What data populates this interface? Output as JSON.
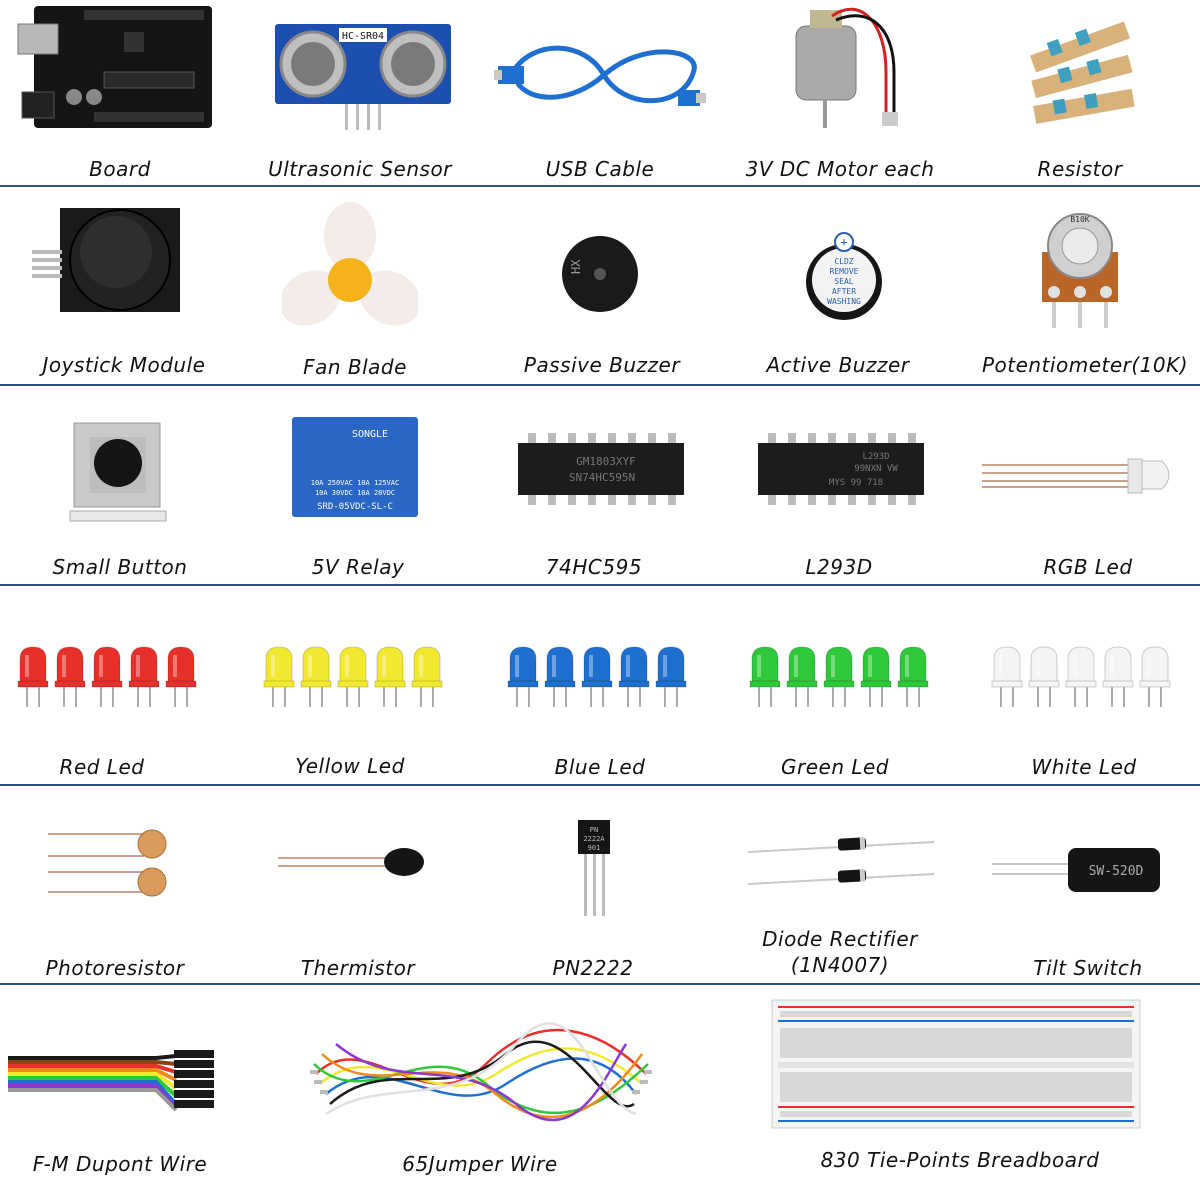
{
  "rows": [
    {
      "items": [
        {
          "label": "Board"
        },
        {
          "label": "Ultrasonic Sensor",
          "print": "HC-SR04"
        },
        {
          "label": "USB Cable"
        },
        {
          "label": "3V DC Motor each"
        },
        {
          "label": "Resistor"
        }
      ]
    },
    {
      "items": [
        {
          "label": "Joystick Module"
        },
        {
          "label": "Fan Blade"
        },
        {
          "label": "Passive Buzzer",
          "print": "HX"
        },
        {
          "label": "Active Buzzer",
          "print_lines": [
            "CLDZ",
            "REMOVE",
            "SEAL",
            "AFTER",
            "WASHING"
          ]
        },
        {
          "label": "Potentiometer(10K)",
          "print": "B10K"
        }
      ]
    },
    {
      "items": [
        {
          "label": "Small Button"
        },
        {
          "label": "5V Relay",
          "print_lines": [
            "SONGLE",
            "10A 250VAC  10A 125VAC",
            "10A  30VDC  10A  28VDC",
            "SRD-05VDC-SL-C"
          ]
        },
        {
          "label": "74HC595",
          "print_lines": [
            "GM1803XYF",
            "SN74HC595N"
          ]
        },
        {
          "label": "L293D",
          "print_lines": [
            "L293D",
            "99NXN VW",
            "MYS 99 718"
          ]
        },
        {
          "label": "RGB Led"
        }
      ]
    },
    {
      "items": [
        {
          "label": "Red Led"
        },
        {
          "label": "Yellow Led"
        },
        {
          "label": "Blue Led"
        },
        {
          "label": "Green Led"
        },
        {
          "label": "White Led"
        }
      ]
    },
    {
      "items": [
        {
          "label": "Photoresistor"
        },
        {
          "label": "Thermistor"
        },
        {
          "label": "PN2222",
          "print_lines": [
            "PN",
            "2222A",
            "901"
          ]
        },
        {
          "label": "Diode Rectifier (1N4007)"
        },
        {
          "label": "Tilt Switch",
          "print": "SW-520D"
        }
      ]
    },
    {
      "items": [
        {
          "label": "F-M Dupont Wire"
        },
        {
          "label": "65Jumper Wire"
        },
        {
          "label": "830 Tie-Points Breadboard"
        }
      ]
    }
  ],
  "colors": {
    "divider": "#2f4f82",
    "led_red": "#e8302a",
    "led_yellow": "#f2e830",
    "led_blue": "#1f6fd0",
    "led_green": "#2ec83a",
    "led_white": "#f4f4f4",
    "pcb_blue": "#1d4fb0",
    "board_black": "#1a1a1a"
  }
}
